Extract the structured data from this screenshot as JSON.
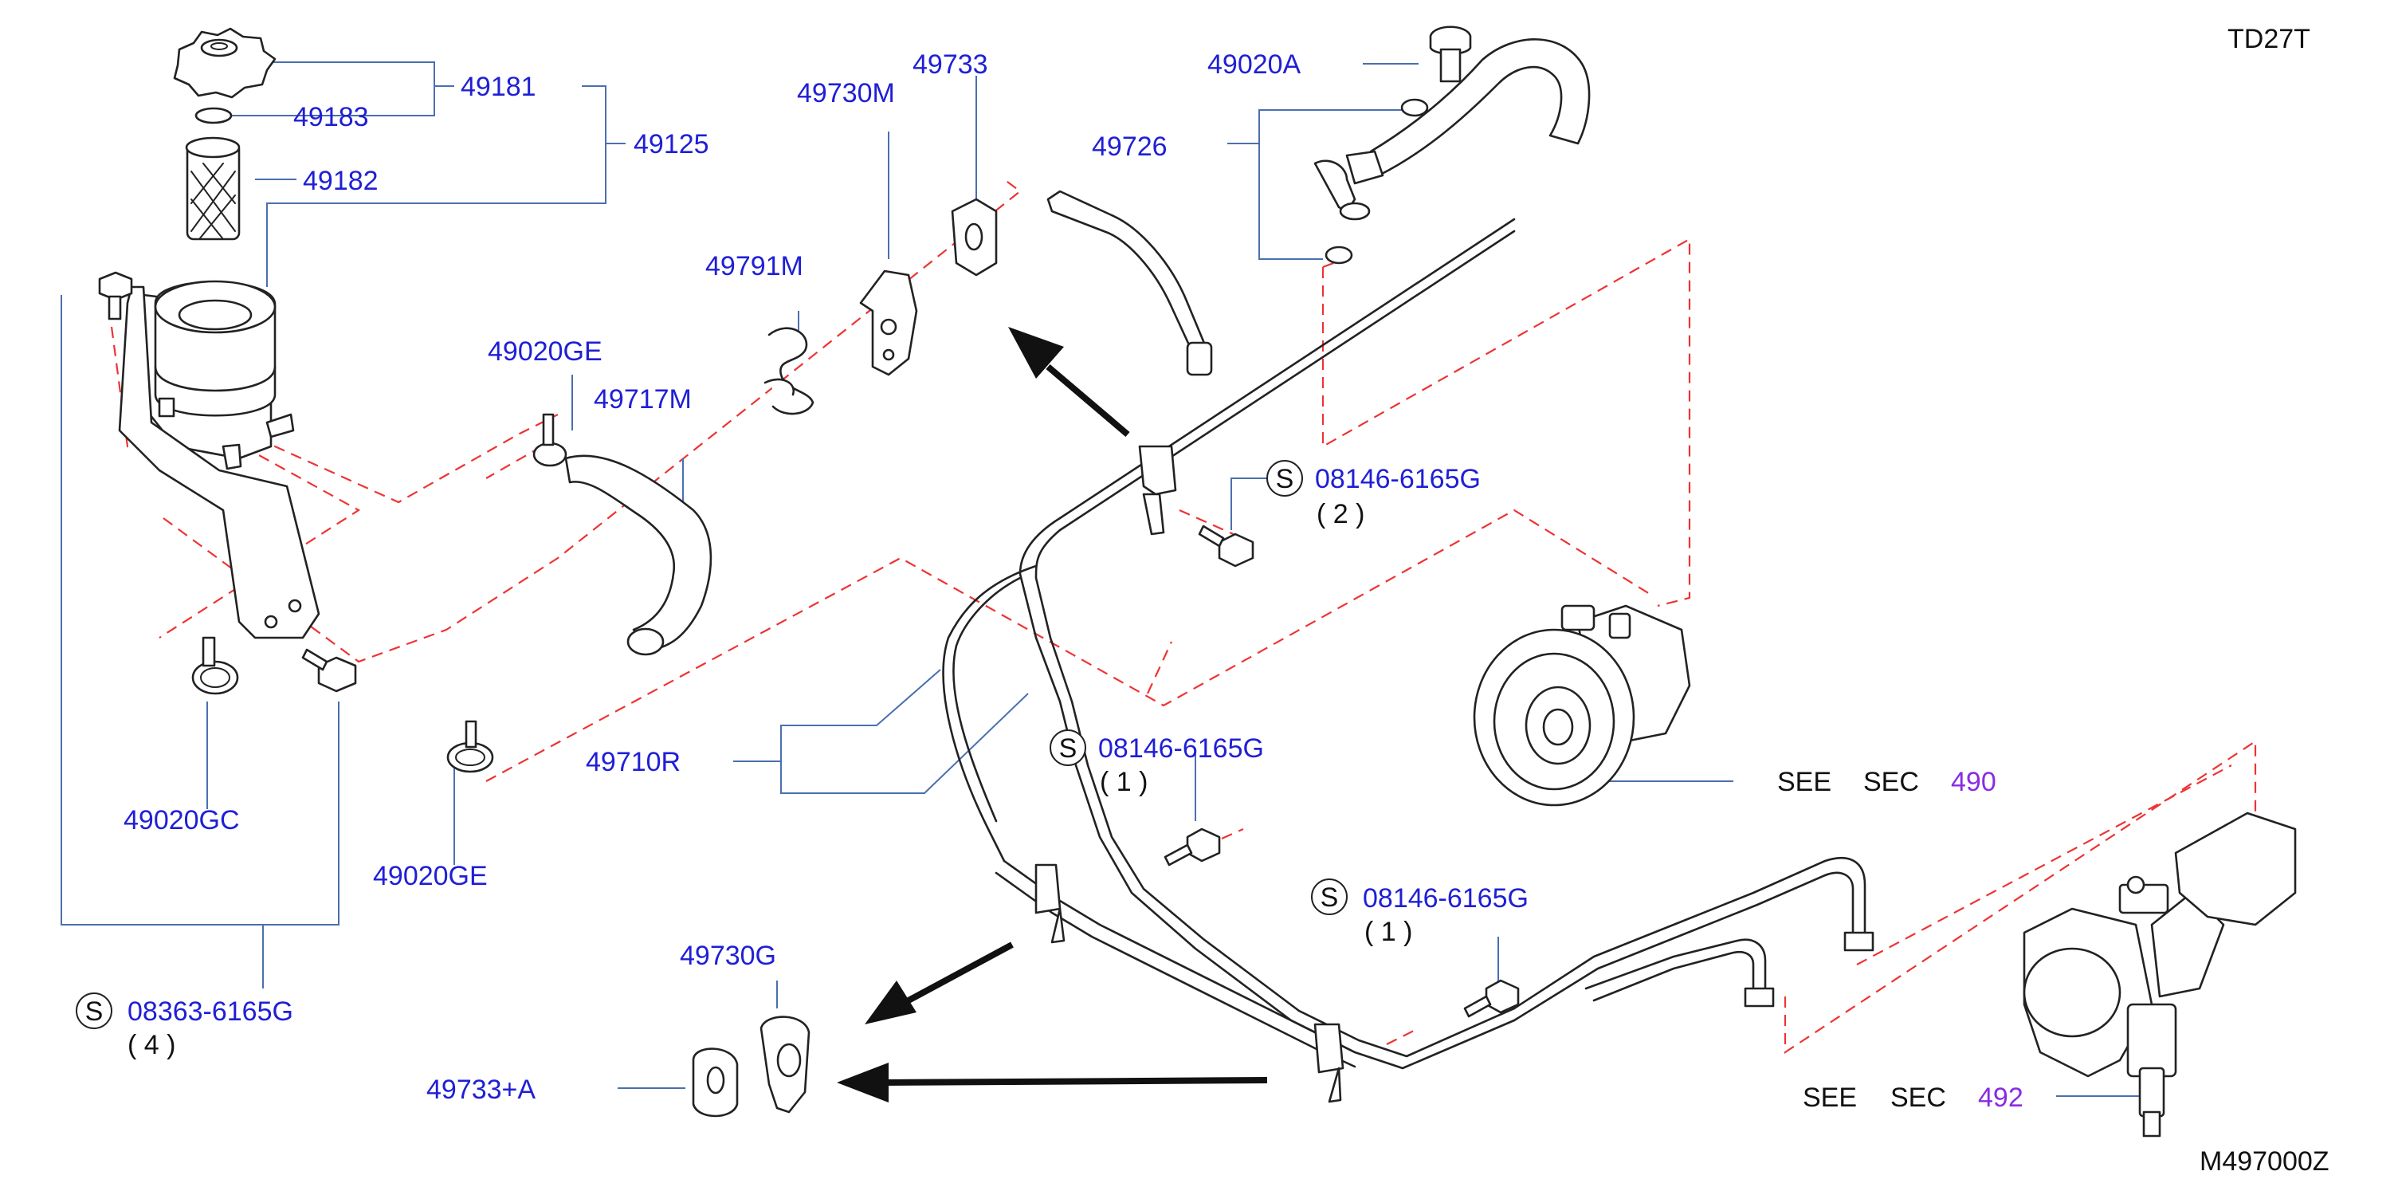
{
  "header": {
    "model": "TD27T",
    "diagram_id": "M497000Z"
  },
  "callouts": {
    "p49181": "49181",
    "p49183": "49183",
    "p49182": "49182",
    "p49125": "49125",
    "p49730M": "49730M",
    "p49733": "49733",
    "p49020A": "49020A",
    "p49726": "49726",
    "p49791M": "49791M",
    "p49020GE_top": "49020GE",
    "p49717M": "49717M",
    "p08146_a": "08146-6165G",
    "p08146_a_qty": "( 2 )",
    "p49020GC": "49020GC",
    "p49710R": "49710R",
    "p08146_b": "08146-6165G",
    "p08146_b_qty": "( 1 )",
    "p49020GE_bottom": "49020GE",
    "p08146_c": "08146-6165G",
    "p08146_c_qty": "( 1 )",
    "p08363": "08363-6165G",
    "p08363_qty": "( 4 )",
    "p49730G": "49730G",
    "p49733A": "49733+A"
  },
  "symbols": {
    "s": "S"
  },
  "references": {
    "pump": {
      "see": "SEE",
      "sec": "SEC",
      "number": "490"
    },
    "gear": {
      "see": "SEE",
      "sec": "SEC",
      "number": "492"
    }
  },
  "colors": {
    "callout": "#1f1fd6",
    "reference": "#8a2be2",
    "dashed": "#ee3333",
    "leader": "#4a6fb0"
  },
  "icons": [
    "reservoir-cap",
    "o-ring",
    "filter",
    "reservoir",
    "bracket",
    "hose",
    "clamp",
    "bolt",
    "pipe-assembly",
    "power-steering-pump",
    "steering-gear",
    "direction-arrow"
  ]
}
